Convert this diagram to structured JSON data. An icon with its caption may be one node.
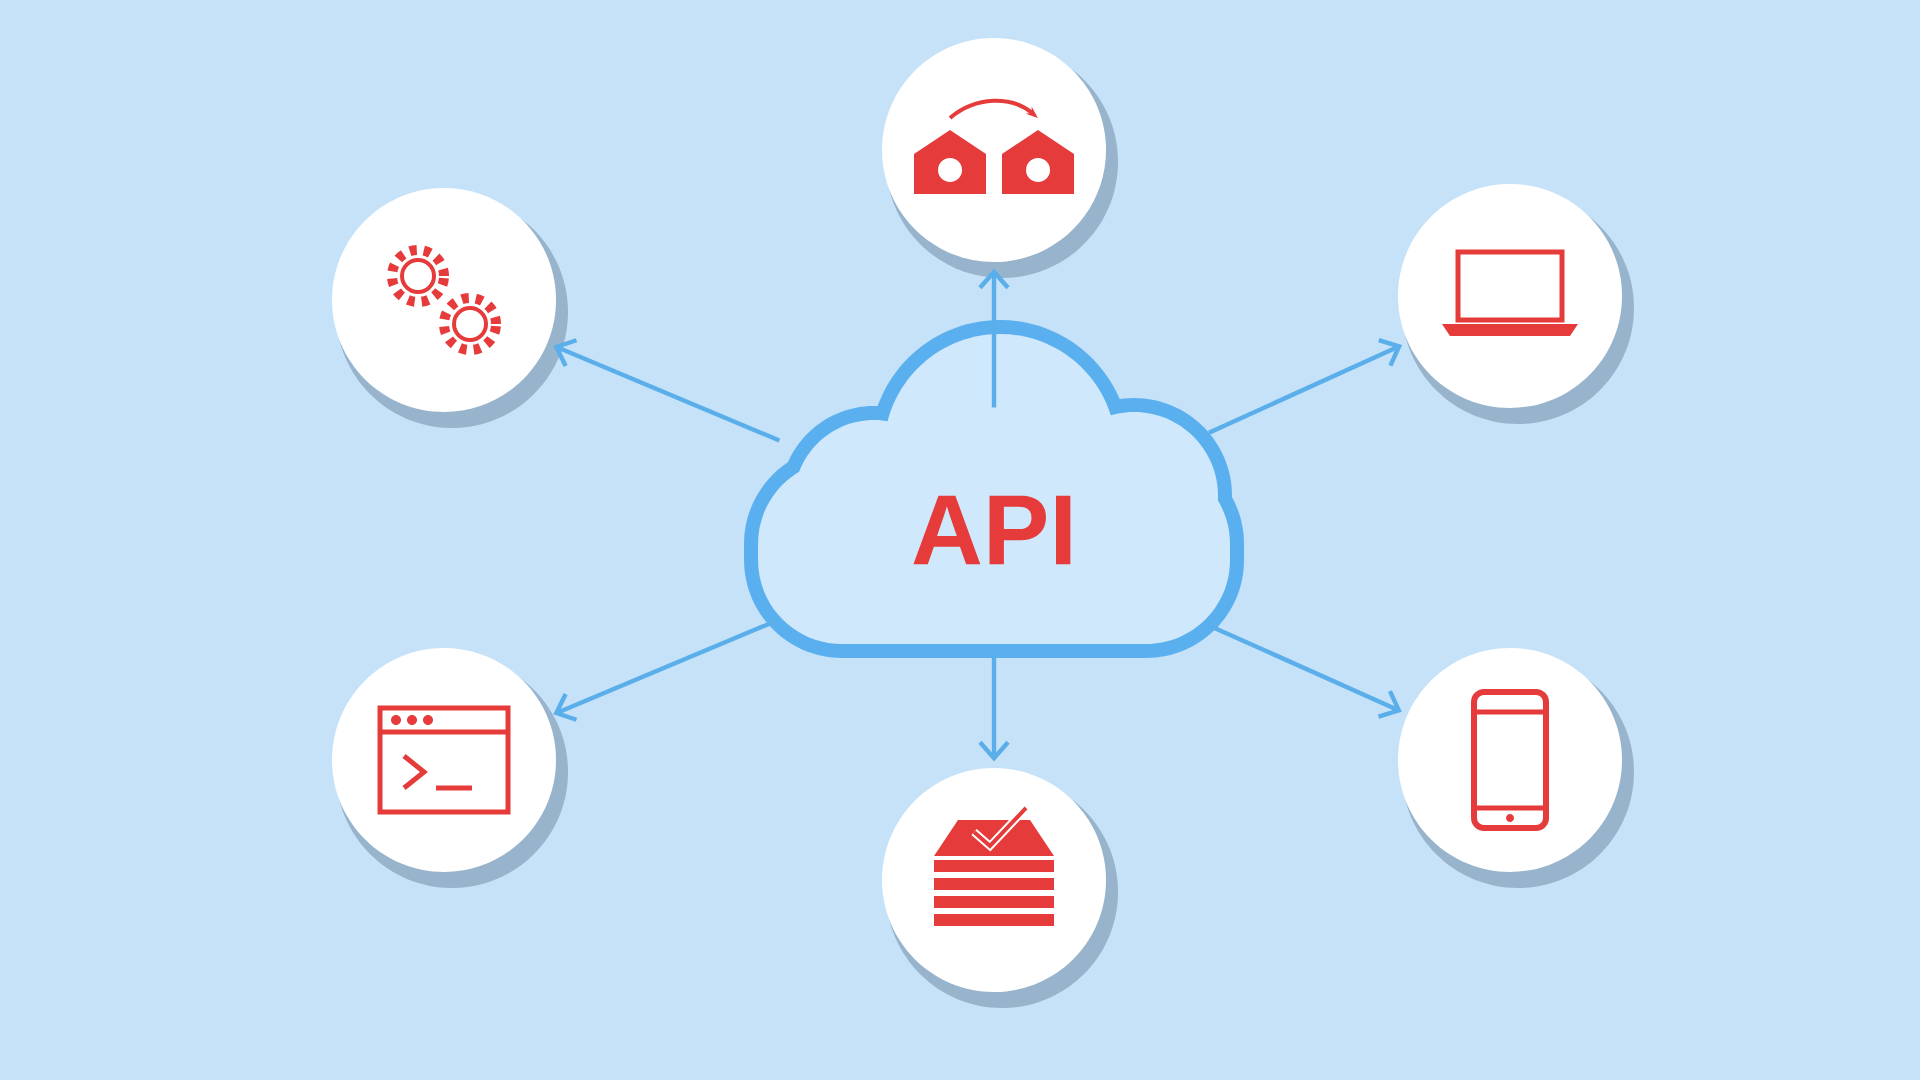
{
  "diagram": {
    "nodes": [
      {
        "text": [
          "API"
        ]
      },
      {
        "text": [],
        "shape": "circle"
      },
      {
        "text": [],
        "shape": "circle"
      },
      {
        "text": [],
        "shape": "circle"
      },
      {
        "text": [],
        "shape": "circle"
      },
      {
        "text": [],
        "shape": "circle"
      },
      {
        "text": [],
        "shape": "circle"
      }
    ],
    "edges": [
      {
        "from": 0,
        "to": 1,
        "arrow": "to"
      },
      {
        "from": 0,
        "to": 2,
        "arrow": "to"
      },
      {
        "from": 0,
        "to": 3,
        "arrow": "to"
      },
      {
        "from": 0,
        "to": 4,
        "arrow": "to"
      },
      {
        "from": 0,
        "to": 5,
        "arrow": "to"
      },
      {
        "from": 0,
        "to": 6,
        "arrow": "to"
      }
    ]
  }
}
